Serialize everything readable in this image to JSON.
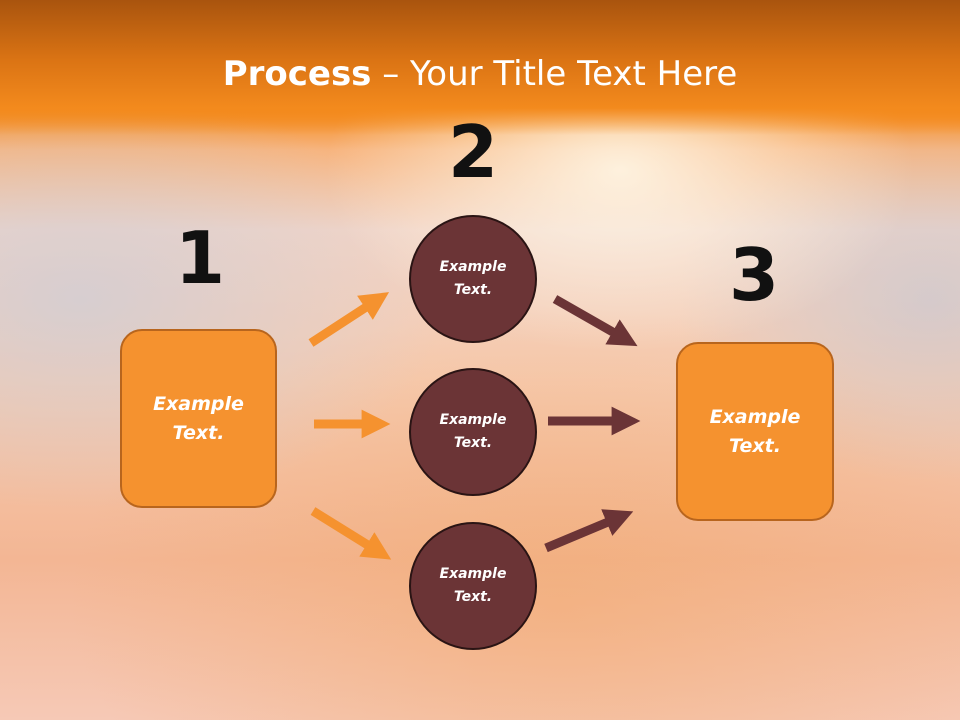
{
  "title": {
    "bold": "Process",
    "rest": " – Your Title Text Here"
  },
  "steps": {
    "one": {
      "number": "1",
      "text": "Example\nText."
    },
    "two": {
      "number": "2",
      "items": [
        {
          "text": "Example\nText."
        },
        {
          "text": "Example\nText."
        },
        {
          "text": "Example\nText."
        }
      ]
    },
    "three": {
      "number": "3",
      "text": "Example\nText."
    }
  },
  "colors": {
    "orange_box": "#f5922f",
    "orange_arrow": "#f5922f",
    "brown_circle": "#6b3436",
    "brown_arrow": "#6b3436"
  }
}
